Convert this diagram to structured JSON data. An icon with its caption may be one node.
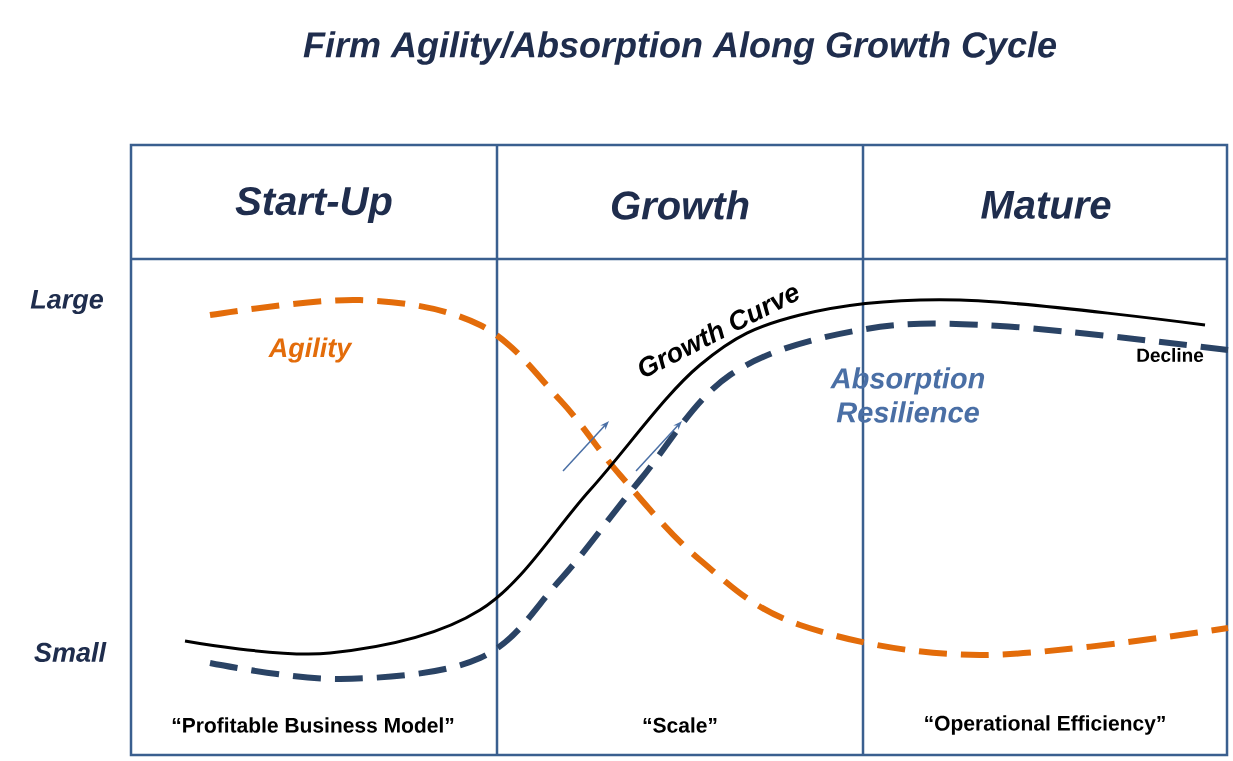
{
  "diagram": {
    "title": "Firm Agility/Absorption Along Growth Cycle",
    "labels": [
      "Start-Up",
      "Growth",
      "Mature",
      "Large",
      "Growth Curve",
      "Agility",
      "Decline",
      "Absorption Resilience",
      "Small",
      "“Profitable Business Model”",
      "“Scale”",
      "“Operational Efficiency”"
    ]
  }
}
